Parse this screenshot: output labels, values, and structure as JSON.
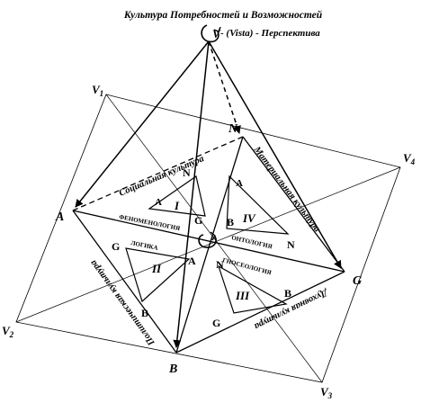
{
  "title": "Культура Потребностей и Возможностей",
  "apex": {
    "label": "V",
    "caption": " - (Vista) - Перспектива"
  },
  "outer_vertices": [
    "V",
    "V",
    "V",
    "V"
  ],
  "outer_vertex_subscripts": [
    "1",
    "2",
    "3",
    "4"
  ],
  "main_vertices": {
    "A": "A",
    "B": "B",
    "G": "G",
    "N": "N"
  },
  "edge_labels": {
    "social": "Социальная культура",
    "material": "Материальная культура",
    "spiritual": "Духовная культура",
    "political": "Политическая культура"
  },
  "quadrants": [
    {
      "numeral": "I",
      "name": "ФЕНОМЕНОЛОГИЯ",
      "corners": [
        "N",
        "A",
        "G"
      ]
    },
    {
      "numeral": "IV",
      "name": "ОНТОЛОГИЯ",
      "corners": [
        "A",
        "B",
        "N"
      ]
    },
    {
      "numeral": "II",
      "name": "ЛОГИКА",
      "corners": [
        "G",
        "A",
        "B"
      ]
    },
    {
      "numeral": "III",
      "name": "ГНОСЕОЛОГИЯ",
      "corners": [
        "N",
        "B",
        "G"
      ]
    }
  ]
}
